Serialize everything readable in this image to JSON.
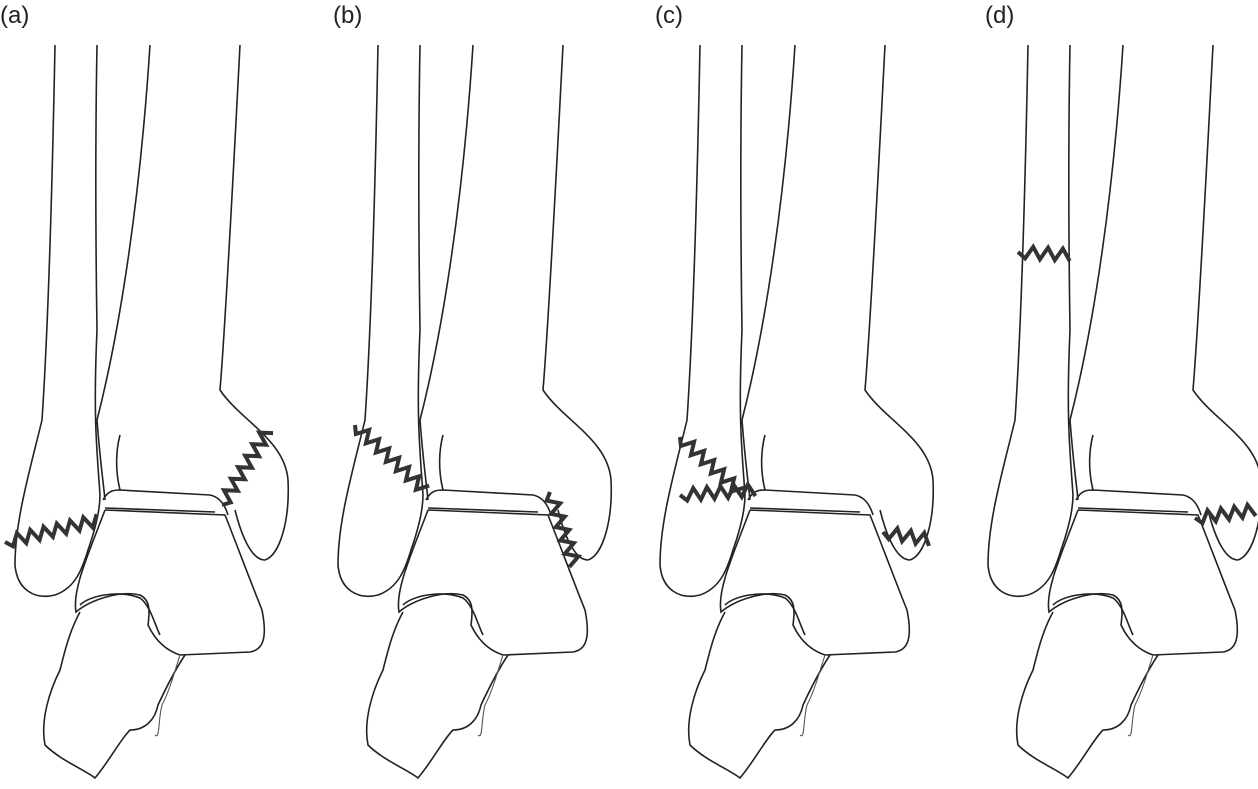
{
  "panels": [
    {
      "label": "(a)",
      "description_name": "lateral-and-medial-malleolus-fracture"
    },
    {
      "label": "(b)",
      "description_name": "oblique-fibula-and-medial-fracture"
    },
    {
      "label": "(c)",
      "description_name": "comminuted-fibula-and-medial-fracture"
    },
    {
      "label": "(d)",
      "description_name": "high-fibula-and-medial-fracture"
    }
  ]
}
